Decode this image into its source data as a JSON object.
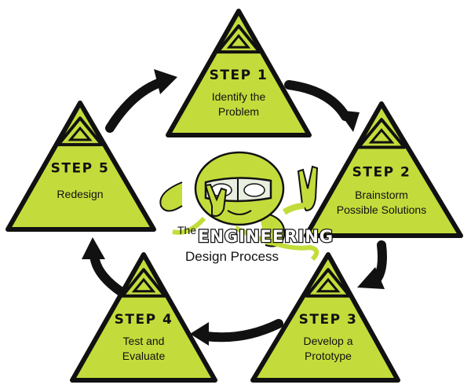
{
  "diagram": {
    "colors": {
      "fill": "#c4dc3b",
      "stroke": "#111111",
      "arrow": "#111111"
    },
    "steps": [
      {
        "id": 1,
        "title": "STEP 1",
        "desc": [
          "Identify the",
          "Problem"
        ]
      },
      {
        "id": 2,
        "title": "STEP 2",
        "desc": [
          "Brainstorm",
          "Possible Solutions"
        ]
      },
      {
        "id": 3,
        "title": "STEP 3",
        "desc": [
          "Develop a",
          "Prototype"
        ]
      },
      {
        "id": 4,
        "title": "STEP 4",
        "desc": [
          "Test and",
          "Evaluate"
        ]
      },
      {
        "id": 5,
        "title": "STEP 5",
        "desc": [
          "Redesign"
        ]
      }
    ],
    "logo": {
      "line1": "The",
      "line2": "ENGINEERING",
      "line3": "Design Process"
    }
  }
}
